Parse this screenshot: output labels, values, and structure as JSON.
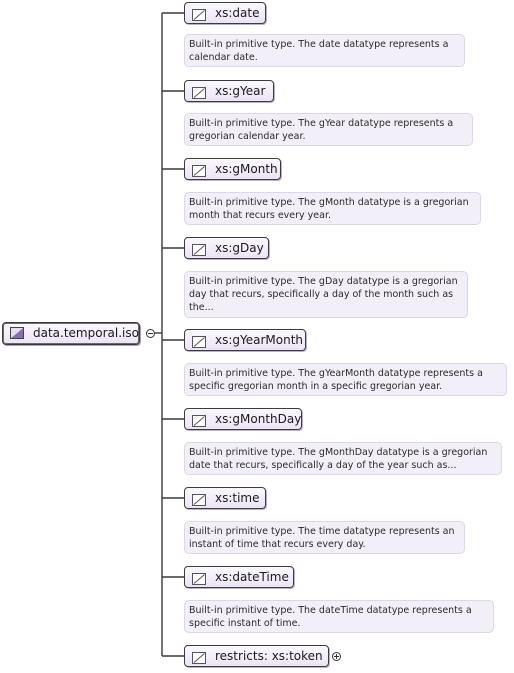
{
  "root": {
    "label": "data.temporal.iso"
  },
  "children": [
    {
      "label": "xs:date",
      "doc": "Built-in primitive type. The date datatype represents a calendar date."
    },
    {
      "label": "xs:gYear",
      "doc": "Built-in primitive type. The gYear datatype represents a gregorian calendar year."
    },
    {
      "label": "xs:gMonth",
      "doc": "Built-in primitive type. The gMonth datatype is a gregorian month that recurs every year."
    },
    {
      "label": "xs:gDay",
      "doc": "Built-in primitive type. The gDay datatype is a gregorian day that recurs, specifically a day of the month such as the..."
    },
    {
      "label": "xs:gYearMonth",
      "doc": "Built-in primitive type. The gYearMonth datatype represents a specific gregorian month in a specific gregorian year."
    },
    {
      "label": "xs:gMonthDay",
      "doc": "Built-in primitive type. The gMonthDay datatype is a gregorian date that recurs, specifically a day of the year such as..."
    },
    {
      "label": "xs:time",
      "doc": "Built-in primitive type. The time datatype represents an instant of time that recurs every day."
    },
    {
      "label": "xs:dateTime",
      "doc": "Built-in primitive type. The dateTime datatype represents a specific instant of time."
    }
  ],
  "restriction": {
    "label": "restricts: xs:token"
  }
}
